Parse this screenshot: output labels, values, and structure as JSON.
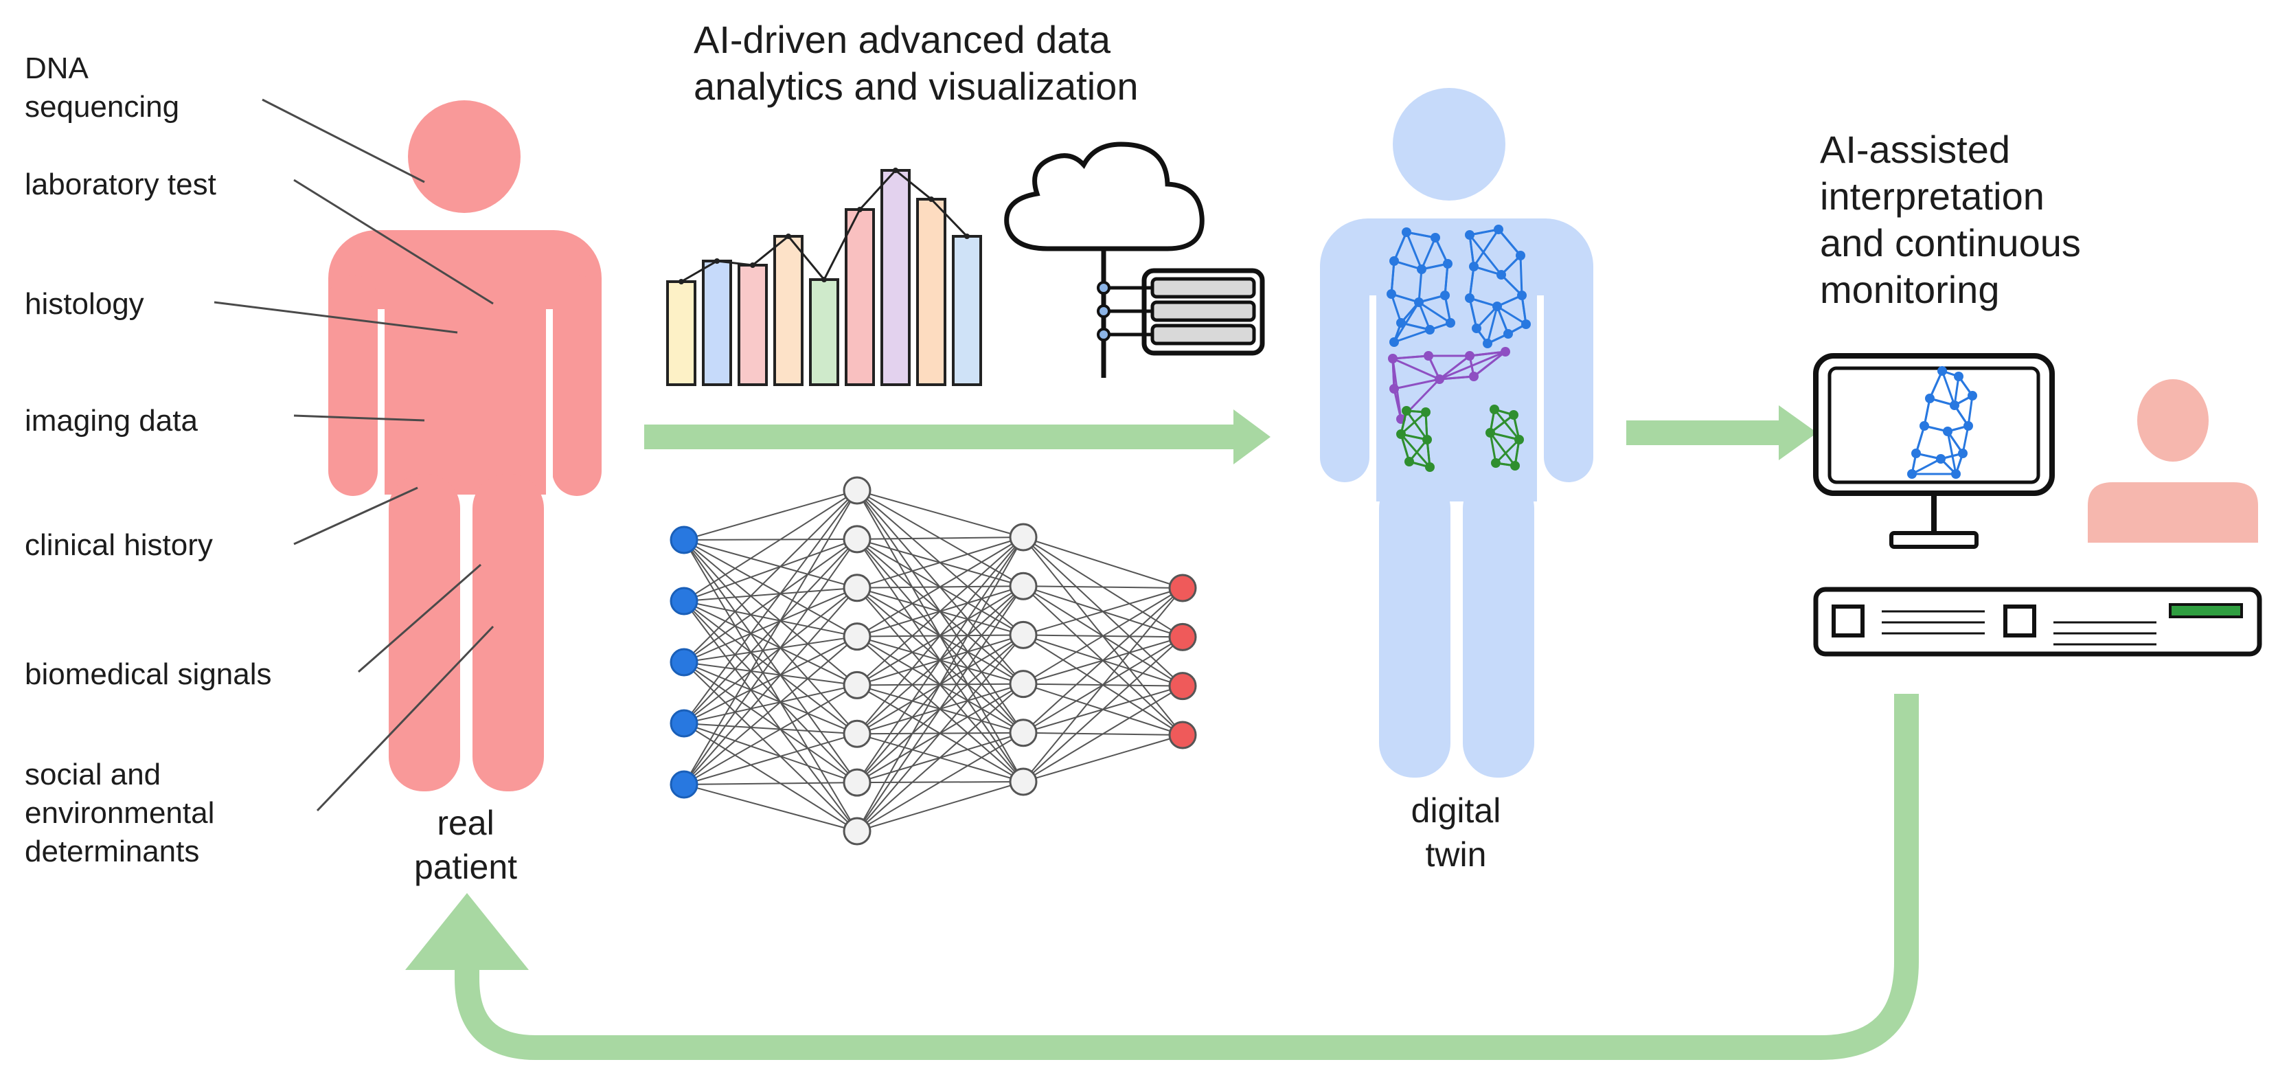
{
  "inputs": [
    "DNA\nsequencing",
    "laboratory test",
    "histology",
    "imaging data",
    "clinical history",
    "biomedical signals",
    "social and\nenvironmental\ndeterminants"
  ],
  "real_patient_label": "real\npatient",
  "digital_twin_label": "digital\ntwin",
  "analytics_title": "AI-driven advanced data\nanalytics and visualization",
  "monitoring_title": "AI-assisted\ninterpretation\nand continuous\nmonitoring",
  "colors": {
    "patient": "#f99999",
    "twin": "#c6dafa",
    "arrow": "#a8d8a2",
    "node_input": "#2878e0",
    "node_hidden": "#f2f2f2",
    "node_output": "#ef5a5a",
    "graph_blue": "#2878e0",
    "graph_purple": "#8e4fc2",
    "graph_green": "#2f8f2f",
    "doctor": "#f6b7ae"
  },
  "bar_values": [
    5,
    6,
    5.8,
    7.2,
    5.1,
    8.5,
    10.4,
    9,
    7.2
  ],
  "bar_colors": [
    "#fdf1c6",
    "#c6dafa",
    "#f9c9c9",
    "#fde2c8",
    "#cfeacb",
    "#f9c0c0",
    "#e3d2ee",
    "#fddcc0",
    "#cfe2f7"
  ],
  "network_layers": [
    5,
    8,
    6,
    4
  ]
}
